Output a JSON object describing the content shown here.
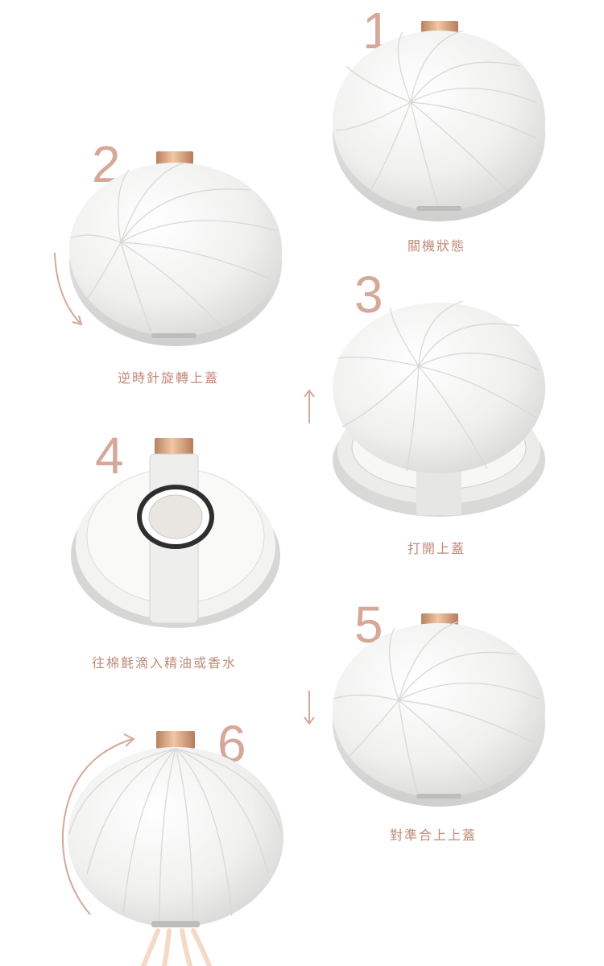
{
  "steps": [
    {
      "number": "1",
      "caption": "關機狀態"
    },
    {
      "number": "2",
      "caption": "逆時針旋轉上蓋"
    },
    {
      "number": "3",
      "caption": "打開上蓋"
    },
    {
      "number": "4",
      "caption": "往棉氈滴入精油或香水"
    },
    {
      "number": "5",
      "caption": "對準合上上蓋"
    },
    {
      "number": "6",
      "caption": ""
    }
  ],
  "colors": {
    "accent": "#d5a89a",
    "caption": "#c08a78",
    "clip": "#d9a27f",
    "shell": "#f2f2f1"
  }
}
